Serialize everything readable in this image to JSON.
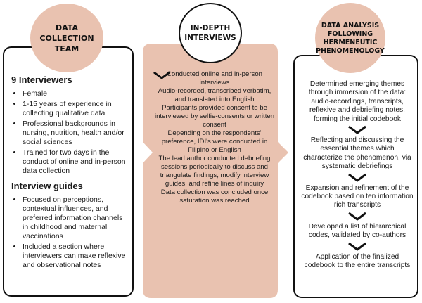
{
  "colors": {
    "accent": "#e9c2b0",
    "outline": "#111111"
  },
  "left": {
    "header": "DATA\nCOLLECTION\nTEAM",
    "section1_title": "9 Interviewers",
    "section1_items": [
      "Female",
      "1-15 years of experience in collecting qualitative data",
      "Professional backgrounds in nursing, nutrition, health and/or social sciences",
      "Trained for two days in the conduct of online and in-person data collection"
    ],
    "section2_title": "Interview guides",
    "section2_items": [
      "Focused on perceptions, contextual influences, and preferred information channels in childhood and maternal vaccinations",
      "Included a section where interviewers can make reflexive and observational notes"
    ]
  },
  "middle": {
    "header": "IN-DEPTH\nINTERVIEWS",
    "steps": [
      "Conducted online and in-person interviews",
      "Audio-recorded, transcribed verbatim, and translated into English",
      "Participants provided consent to be interviewed by selfie-consents or written consent",
      "Depending on the respondents' preference, IDI's were conducted in Filipino or English",
      "The lead author conducted debriefing sessions periodically to discuss and triangulate findings, modify interview guides, and refine lines of inquiry",
      "Data collection was concluded once saturation was reached"
    ]
  },
  "right": {
    "header": "DATA ANALYSIS\nFOLLOWING\nHERMENEUTIC\nPHENOMENOLOGY",
    "steps": [
      "Determined emerging themes through immersion of the data: audio-recordings, transcripts, reflexive and debriefing notes, forming the initial codebook",
      "Reflecting and discussing the essential themes which characterize the phenomenon, via systematic debriefings",
      "Expansion and refinement of the codebook based on ten information rich transcripts",
      "Developed a list of hierarchical codes, validated by co-authors",
      "Application of the finalized codebook to the entire transcripts"
    ]
  }
}
